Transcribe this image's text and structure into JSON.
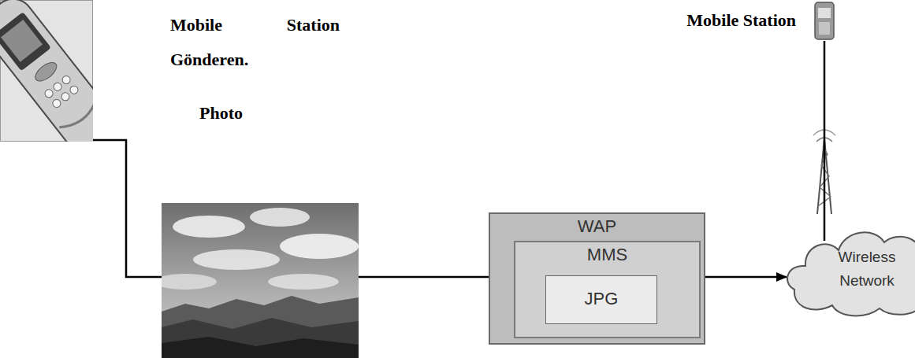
{
  "diagram": {
    "nodes": [
      {
        "text": [
          "Mobile Station Gönderen."
        ]
      },
      {
        "text": [
          "Mobile Station"
        ]
      },
      {
        "text": [
          "Photo"
        ]
      },
      {
        "text": [
          "WAP"
        ]
      },
      {
        "text": [
          "MMS"
        ],
        "in": 3
      },
      {
        "text": [
          "JPG"
        ],
        "in": 4
      },
      {
        "text": [
          "Wireless Network"
        ]
      }
    ],
    "edges": [
      {
        "from": 0,
        "to": 2,
        "arrow": "none"
      },
      {
        "from": 2,
        "to": 3,
        "arrow": "none"
      },
      {
        "from": 3,
        "to": 6,
        "arrow": "to"
      },
      {
        "from": 1,
        "to": 6,
        "arrow": "none"
      }
    ]
  }
}
